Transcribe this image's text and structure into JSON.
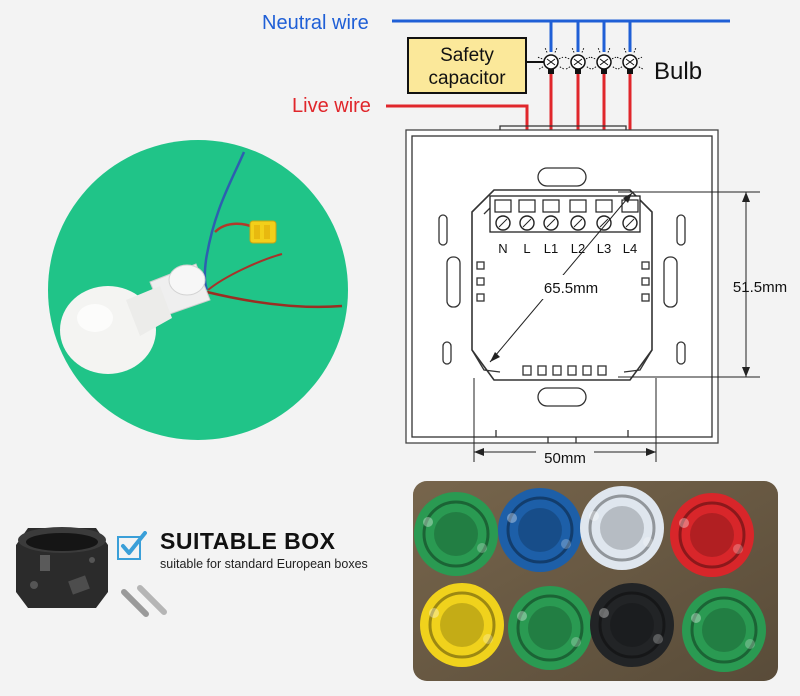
{
  "wiring": {
    "neutral_label": "Neutral wire",
    "live_label": "Live wire",
    "capacitor_line1": "Safety",
    "capacitor_line2": "capacitor",
    "bulb_label": "Bulb",
    "terminals": [
      "N",
      "L",
      "L1",
      "L2",
      "L3",
      "L4"
    ]
  },
  "dimensions": {
    "diagonal": "65.5mm",
    "height": "51.5mm",
    "width": "50mm"
  },
  "suitable_box": {
    "title": "SUITABLE BOX",
    "subtitle": "suitable for standard European boxes"
  },
  "colors": {
    "neutral": "#1f5fd6",
    "live": "#e0262b",
    "green_bg": "#20c488",
    "check": "#3a9fd8"
  },
  "boxes_photo": {
    "box_colors": [
      "#2a9a52",
      "#1d5fa8",
      "#dfe6ee",
      "#d8262a",
      "#f0d21c",
      "#2a9a52",
      "#222426",
      "#2a9a52"
    ]
  }
}
